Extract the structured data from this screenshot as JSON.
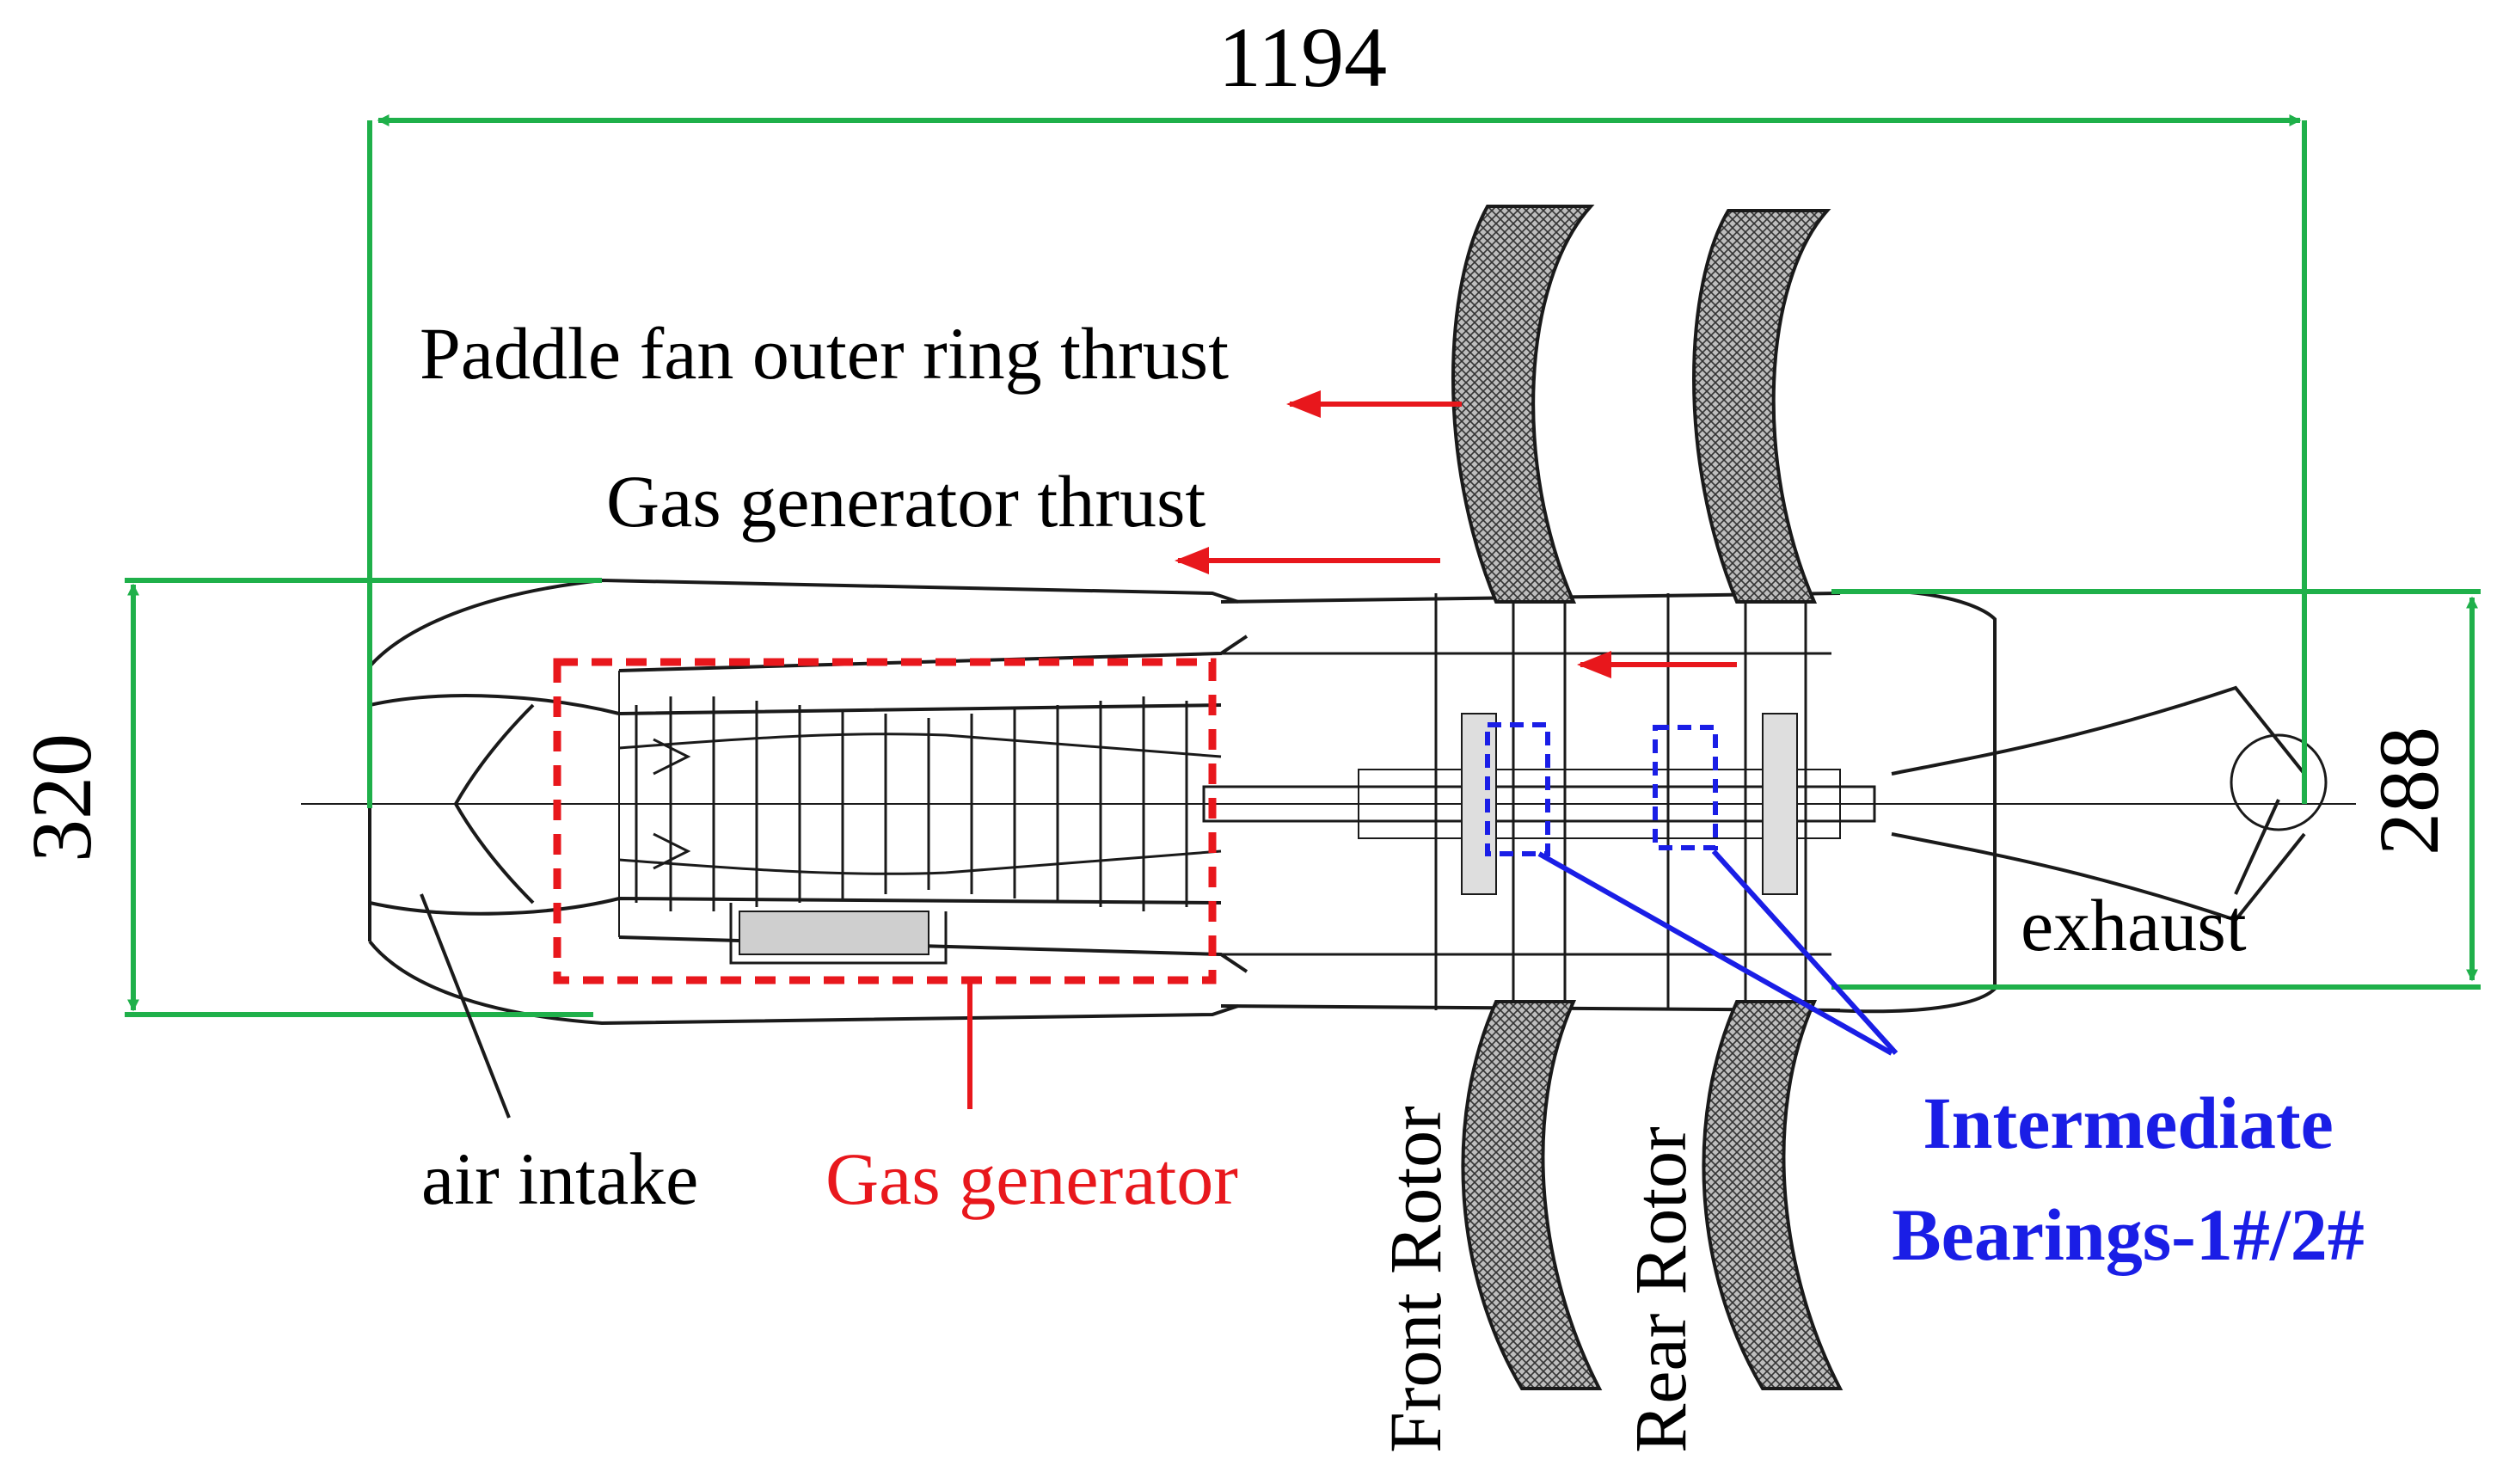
{
  "dimensions": {
    "overall_length": "1194",
    "inlet_diameter": "320",
    "exhaust_diameter": "288"
  },
  "labels": {
    "paddle_fan_thrust": "Paddle fan outer ring thrust",
    "gas_generator_thrust": "Gas generator thrust",
    "air_intake": "air intake",
    "gas_generator": "Gas generator",
    "front_rotor": "Front Rotor",
    "rear_rotor": "Rear Rotor",
    "intermediate_bearings_line1": "Intermediate",
    "intermediate_bearings_line2": "Bearings-1#/2#",
    "exhaust": "exhaust"
  },
  "colors": {
    "dimension": "#1fb04a",
    "highlight_red": "#e8171c",
    "highlight_blue": "#1a1ee6",
    "drawing": "#1a1a1a"
  }
}
